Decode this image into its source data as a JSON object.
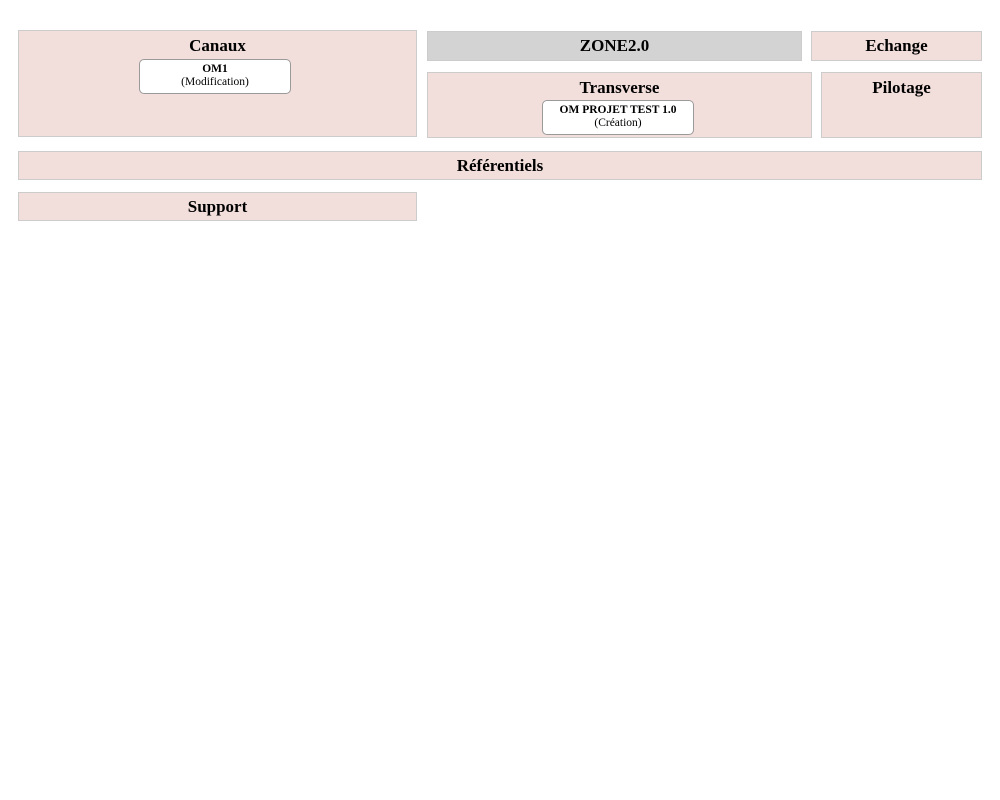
{
  "page": {
    "background_color": "#ffffff",
    "panel_color": "#f2dfdc",
    "panel_border_color": "#cccccc",
    "highlight_color": "#d3d3d3",
    "card_color": "#ffffff",
    "card_border_color": "#9a9a9a"
  },
  "blocks": {
    "canaux": {
      "label": "Canaux",
      "type": "panel",
      "cards": [
        {
          "name": "OM1",
          "state": "(Modification)"
        }
      ]
    },
    "zone": {
      "label": "ZONE2.0",
      "type": "bar",
      "highlighted": true
    },
    "echange": {
      "label": "Echange",
      "type": "bar"
    },
    "transverse": {
      "label": "Transverse",
      "type": "panel",
      "cards": [
        {
          "name": "OM PROJET TEST 1.0",
          "state": "(Création)"
        }
      ]
    },
    "pilotage": {
      "label": "Pilotage",
      "type": "panel"
    },
    "referentiels": {
      "label": "Référentiels",
      "type": "bar"
    },
    "support": {
      "label": "Support",
      "type": "bar"
    }
  }
}
